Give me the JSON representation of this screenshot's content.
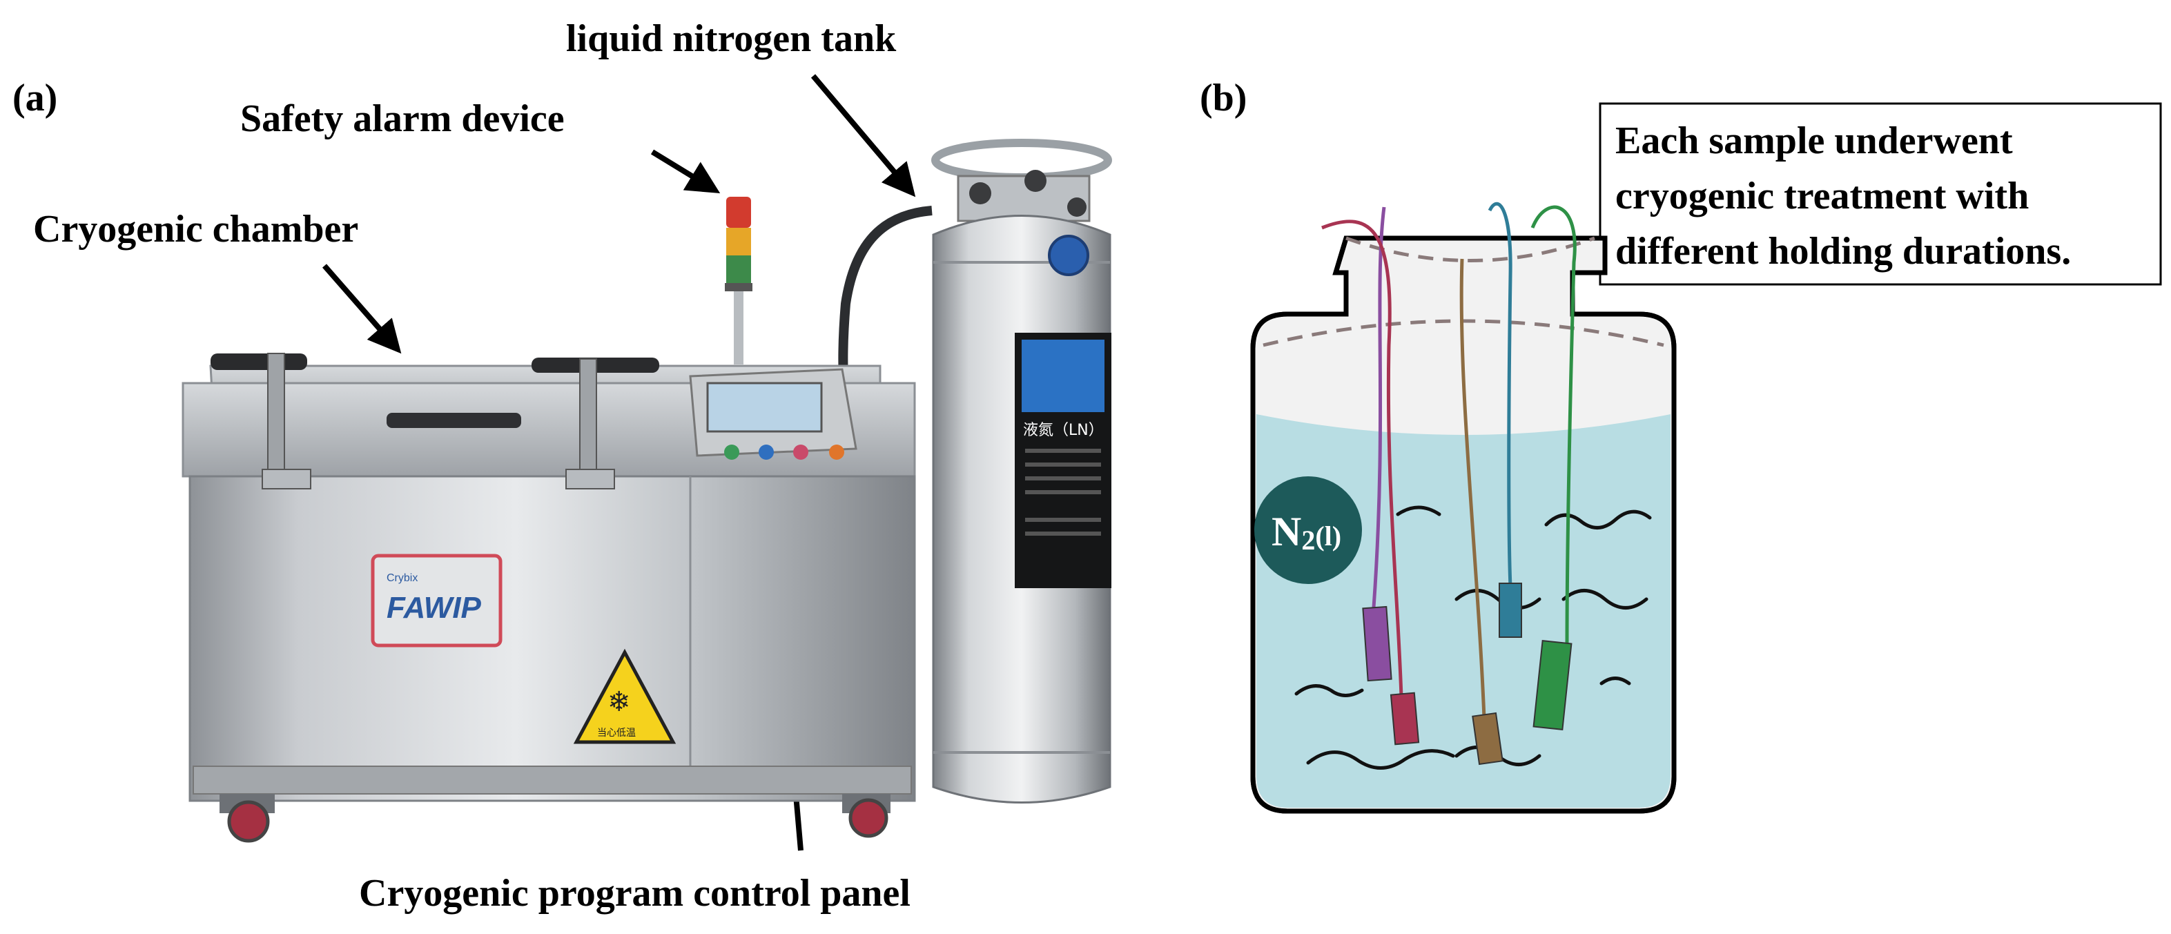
{
  "panel_a": {
    "label": "(a)",
    "callouts": {
      "tank": "liquid nitrogen tank",
      "alarm": "Safety alarm device",
      "chamber": "Cryogenic chamber",
      "control_panel": "Cryogenic program control panel"
    },
    "machine": {
      "brand_small": "Crybix",
      "brand": "FAWIP",
      "warning_sign": "当心低温",
      "tank_label": "液氮（LN）"
    }
  },
  "panel_b": {
    "label": "(b)",
    "callout_lines": [
      "Each sample underwent",
      "cryogenic treatment with",
      "different holding durations."
    ],
    "liquid_main": "N",
    "liquid_sub": "2",
    "liquid_state": "(l)",
    "sample_colors": [
      "#8a4ea0",
      "#a83452",
      "#8d6c42",
      "#2f7d98",
      "#2e9146"
    ],
    "liquid_color": "#b8dde3",
    "badge_color": "#1d5a5a"
  }
}
